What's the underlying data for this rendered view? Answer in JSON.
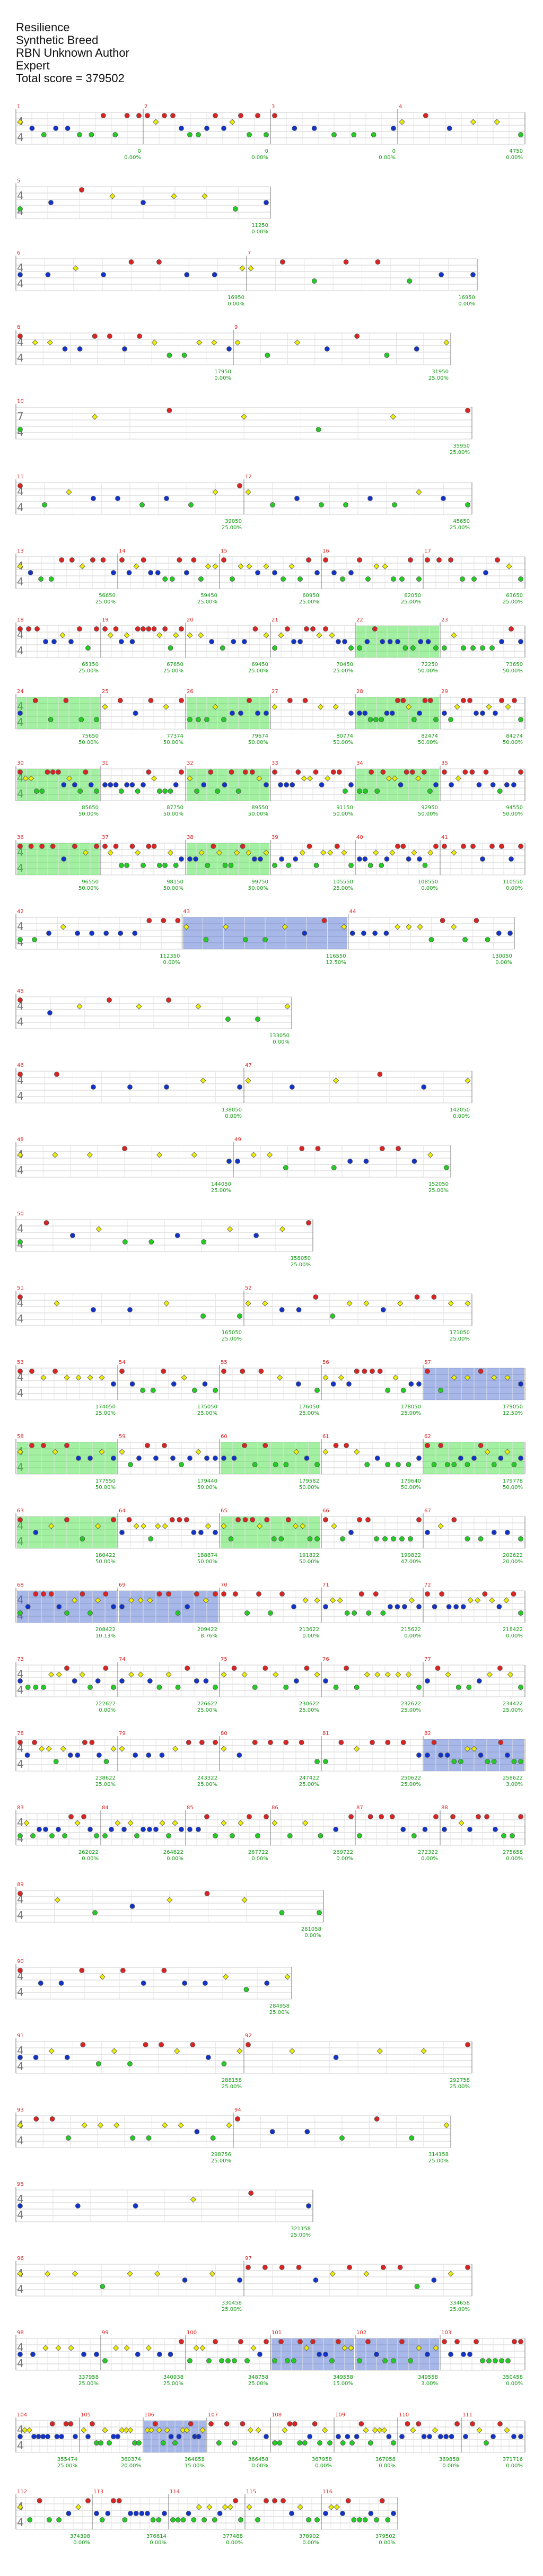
{
  "header": {
    "title": "Resilience",
    "artist": "Synthetic Breed",
    "charter": "RBN Unknown Author",
    "difficulty": "Expert",
    "total_score": "Total score = 379502"
  },
  "colors": {
    "green": "#22cc22",
    "red": "#dd2222",
    "yellow": "#eeee00",
    "blue": "#1133cc",
    "orange": "#ff9900",
    "purple": "#880088",
    "overdrive_fill": "#3a5fcd",
    "solo_fill": "#33dd33",
    "measure_number": "#dd2222",
    "score_text": "#119911",
    "tempo_text": "#888888"
  },
  "chart_data": {
    "type": "drum_chart",
    "rows": [
      {
        "ts": "4/4",
        "measures": [
          {
            "num": "1",
            "score": "0",
            "pct": "0.00%"
          },
          {
            "num": "2",
            "score": "0",
            "pct": "0.00%"
          },
          {
            "num": "3",
            "score": "0",
            "pct": "0.00%"
          },
          {
            "num": "4",
            "score": "4750",
            "pct": "0.00%"
          }
        ]
      },
      {
        "ts": "4/4",
        "measures": [
          {
            "num": "5",
            "score": "11250",
            "pct": "0.00%"
          }
        ]
      },
      {
        "ts": "4/4",
        "measures": [
          {
            "num": "6",
            "score": "16950",
            "pct": "0.00%"
          },
          {
            "num": "7",
            "score": "16950",
            "pct": "0.00%"
          }
        ]
      },
      {
        "ts": "4/4",
        "measures": [
          {
            "num": "8",
            "score": "17950",
            "pct": "0.00%"
          },
          {
            "num": "9",
            "score": "31950",
            "pct": "25.00%"
          }
        ]
      },
      {
        "ts": "7/4",
        "measures": [
          {
            "num": "10",
            "score": "35950",
            "pct": "25.00%"
          }
        ]
      },
      {
        "ts": "4/4",
        "measures": [
          {
            "num": "11",
            "score": "39050",
            "pct": "25.00%"
          },
          {
            "num": "12",
            "score": "45650",
            "pct": "25.00%"
          }
        ]
      },
      {
        "ts": "4/4",
        "measures": [
          {
            "num": "13",
            "score": "56650",
            "pct": "25.00%"
          },
          {
            "num": "14",
            "score": "59450",
            "pct": "25.00%"
          },
          {
            "num": "15",
            "score": "60950",
            "pct": "25.00%"
          },
          {
            "num": "16",
            "score": "62050",
            "pct": "25.00%"
          },
          {
            "num": "17",
            "score": "63650",
            "pct": "25.00%"
          }
        ]
      },
      {
        "ts": "4/4",
        "measures": [
          {
            "num": "18",
            "score": "65150",
            "pct": "25.00%"
          },
          {
            "num": "19",
            "score": "67650",
            "pct": "25.00%"
          },
          {
            "num": "20",
            "score": "69450",
            "pct": "25.00%"
          },
          {
            "num": "21",
            "score": "70450",
            "pct": "25.00%"
          },
          {
            "num": "22",
            "score": "72250",
            "pct": "50.00%"
          },
          {
            "num": "23",
            "score": "73650",
            "pct": "50.00%"
          }
        ]
      },
      {
        "ts": "4/4",
        "measures": [
          {
            "num": "24",
            "score": "75650",
            "pct": "50.00%"
          },
          {
            "num": "25",
            "score": "77374",
            "pct": "50.00%"
          },
          {
            "num": "26",
            "score": "79674",
            "pct": "50.00%"
          },
          {
            "num": "27",
            "score": "80774",
            "pct": "50.00%"
          },
          {
            "num": "28",
            "score": "82474",
            "pct": "50.00%"
          },
          {
            "num": "29",
            "score": "84274",
            "pct": "50.00%"
          }
        ]
      },
      {
        "ts": "4/4",
        "measures": [
          {
            "num": "30",
            "score": "85650",
            "pct": "50.00%"
          },
          {
            "num": "31",
            "score": "87750",
            "pct": "50.00%"
          },
          {
            "num": "32",
            "score": "89550",
            "pct": "50.00%"
          },
          {
            "num": "33",
            "score": "91150",
            "pct": "50.00%"
          },
          {
            "num": "34",
            "score": "92950",
            "pct": "50.00%"
          },
          {
            "num": "35",
            "score": "94550",
            "pct": "50.00%"
          }
        ]
      },
      {
        "ts": "4/4",
        "measures": [
          {
            "num": "36",
            "score": "96550",
            "pct": "50.00%"
          },
          {
            "num": "37",
            "score": "98150",
            "pct": "50.00%"
          },
          {
            "num": "38",
            "score": "99750",
            "pct": "50.00%"
          },
          {
            "num": "39",
            "score": "105550",
            "pct": "25.00%"
          },
          {
            "num": "40",
            "score": "108550",
            "pct": "0.00%"
          },
          {
            "num": "41",
            "score": "110550",
            "pct": "0.00%"
          }
        ]
      },
      {
        "ts": "4/4",
        "measures": [
          {
            "num": "42",
            "score": "112350",
            "pct": "0.00%"
          },
          {
            "num": "43",
            "score": "116550",
            "pct": "12.50%"
          },
          {
            "num": "44",
            "score": "130050",
            "pct": "0.00%"
          }
        ]
      },
      {
        "ts": "4/4",
        "measures": [
          {
            "num": "45",
            "score": "133050",
            "pct": "0.00%"
          }
        ]
      },
      {
        "ts": "4/4",
        "measures": [
          {
            "num": "46",
            "score": "138050",
            "pct": "0.00%"
          },
          {
            "num": "47",
            "score": "142050",
            "pct": "0.00%"
          }
        ]
      },
      {
        "ts": "4/4",
        "measures": [
          {
            "num": "48",
            "score": "144050",
            "pct": "25.00%"
          },
          {
            "num": "49",
            "score": "152050",
            "pct": "25.00%"
          }
        ]
      },
      {
        "ts": "4/4",
        "measures": [
          {
            "num": "50",
            "score": "158050",
            "pct": "25.00%"
          }
        ]
      },
      {
        "ts": "4/4",
        "measures": [
          {
            "num": "51",
            "score": "165050",
            "pct": "25.00%"
          },
          {
            "num": "52",
            "score": "171050",
            "pct": "25.00%"
          }
        ]
      },
      {
        "ts": "4/4",
        "measures": [
          {
            "num": "53",
            "score": "174050",
            "pct": "25.00%"
          },
          {
            "num": "54",
            "score": "175050",
            "pct": "25.00%"
          },
          {
            "num": "55",
            "score": "176050",
            "pct": "25.00%"
          },
          {
            "num": "56",
            "score": "178050",
            "pct": "25.00%"
          },
          {
            "num": "57",
            "score": "179050",
            "pct": "12.50%"
          }
        ]
      },
      {
        "ts": "4/4",
        "measures": [
          {
            "num": "58",
            "score": "177550",
            "pct": "50.00%"
          },
          {
            "num": "59",
            "score": "179440",
            "pct": "50.00%"
          },
          {
            "num": "60",
            "score": "179582",
            "pct": "50.00%"
          },
          {
            "num": "61",
            "score": "179640",
            "pct": "50.00%"
          },
          {
            "num": "62",
            "score": "179778",
            "pct": "50.00%"
          }
        ]
      },
      {
        "ts": "4/4",
        "measures": [
          {
            "num": "63",
            "score": "180422",
            "pct": "50.00%"
          },
          {
            "num": "64",
            "score": "188874",
            "pct": "50.00%"
          },
          {
            "num": "65",
            "score": "191822",
            "pct": "50.00%"
          },
          {
            "num": "66",
            "score": "199822",
            "pct": "47.00%"
          },
          {
            "num": "67",
            "score": "202622",
            "pct": "20.00%"
          }
        ]
      },
      {
        "ts": "4/4",
        "measures": [
          {
            "num": "68",
            "score": "208422",
            "pct": "10.13%"
          },
          {
            "num": "69",
            "score": "209422",
            "pct": "8.76%"
          },
          {
            "num": "70",
            "score": "213622",
            "pct": "0.00%"
          },
          {
            "num": "71",
            "score": "215622",
            "pct": "0.00%"
          },
          {
            "num": "72",
            "score": "218422",
            "pct": "0.00%"
          }
        ]
      },
      {
        "ts": "4/4",
        "measures": [
          {
            "num": "73",
            "score": "222622",
            "pct": "0.00%"
          },
          {
            "num": "74",
            "score": "226622",
            "pct": "25.00%"
          },
          {
            "num": "75",
            "score": "230622",
            "pct": "25.00%"
          },
          {
            "num": "76",
            "score": "232622",
            "pct": "25.00%"
          },
          {
            "num": "77",
            "score": "234422",
            "pct": "25.00%"
          }
        ]
      },
      {
        "ts": "4/4",
        "measures": [
          {
            "num": "78",
            "score": "238622",
            "pct": "25.00%"
          },
          {
            "num": "79",
            "score": "243322",
            "pct": "25.00%"
          },
          {
            "num": "80",
            "score": "247422",
            "pct": "25.00%"
          },
          {
            "num": "81",
            "score": "250622",
            "pct": "25.00%"
          },
          {
            "num": "82",
            "score": "258622",
            "pct": "3.00%"
          }
        ]
      },
      {
        "ts": "4/4",
        "measures": [
          {
            "num": "83",
            "score": "262022",
            "pct": "0.00%"
          },
          {
            "num": "84",
            "score": "264622",
            "pct": "0.00%"
          },
          {
            "num": "85",
            "score": "267722",
            "pct": "0.00%"
          },
          {
            "num": "86",
            "score": "269722",
            "pct": "0.00%"
          },
          {
            "num": "87",
            "score": "272322",
            "pct": "0.00%"
          },
          {
            "num": "88",
            "score": "275658",
            "pct": "0.00%"
          }
        ]
      },
      {
        "ts": "4/4",
        "measures": [
          {
            "num": "89",
            "score": "281058",
            "pct": "0.00%"
          }
        ]
      },
      {
        "ts": "4/4",
        "measures": [
          {
            "num": "90",
            "score": "284958",
            "pct": "25.00%"
          }
        ]
      },
      {
        "ts": "4/4",
        "measures": [
          {
            "num": "91",
            "score": "288158",
            "pct": "25.00%"
          },
          {
            "num": "92",
            "score": "292758",
            "pct": "25.00%"
          }
        ]
      },
      {
        "ts": "4/4",
        "measures": [
          {
            "num": "93",
            "score": "298756",
            "pct": "25.00%"
          },
          {
            "num": "94",
            "score": "314158",
            "pct": "25.00%"
          }
        ]
      },
      {
        "ts": "4/4",
        "measures": [
          {
            "num": "95",
            "score": "321158",
            "pct": "25.00%"
          }
        ]
      },
      {
        "ts": "4/4",
        "measures": [
          {
            "num": "96",
            "score": "330458",
            "pct": "25.00%"
          },
          {
            "num": "97",
            "score": "334658",
            "pct": "25.00%"
          }
        ]
      },
      {
        "ts": "4/4",
        "measures": [
          {
            "num": "98",
            "score": "337958",
            "pct": "25.00%"
          },
          {
            "num": "99",
            "score": "340938",
            "pct": "25.00%"
          },
          {
            "num": "100",
            "score": "348758",
            "pct": "25.00%"
          },
          {
            "num": "101",
            "score": "349558",
            "pct": "15.00%"
          },
          {
            "num": "102",
            "score": "349558",
            "pct": "3.00%"
          },
          {
            "num": "103",
            "score": "350458",
            "pct": "0.00%"
          }
        ]
      },
      {
        "ts": "4/4",
        "measures": [
          {
            "num": "104",
            "score": "355474",
            "pct": "25.00%"
          },
          {
            "num": "105",
            "score": "360374",
            "pct": "20.00%"
          },
          {
            "num": "106",
            "score": "364858",
            "pct": "15.00%"
          },
          {
            "num": "107",
            "score": "366458",
            "pct": "0.00%"
          },
          {
            "num": "108",
            "score": "367958",
            "pct": "0.00%"
          },
          {
            "num": "109",
            "score": "367058",
            "pct": "0.00%"
          },
          {
            "num": "110",
            "score": "369858",
            "pct": "0.00%"
          },
          {
            "num": "111",
            "score": "371716",
            "pct": "0.00%"
          }
        ]
      },
      {
        "ts": "4/4",
        "measures": [
          {
            "num": "112",
            "score": "374398",
            "pct": "0.00%"
          },
          {
            "num": "113",
            "score": "376614",
            "pct": "0.00%"
          },
          {
            "num": "114",
            "score": "377488",
            "pct": "0.00%"
          },
          {
            "num": "115",
            "score": "378902",
            "pct": "0.00%"
          },
          {
            "num": "116",
            "score": "379502",
            "pct": "0.00%"
          }
        ]
      }
    ]
  }
}
